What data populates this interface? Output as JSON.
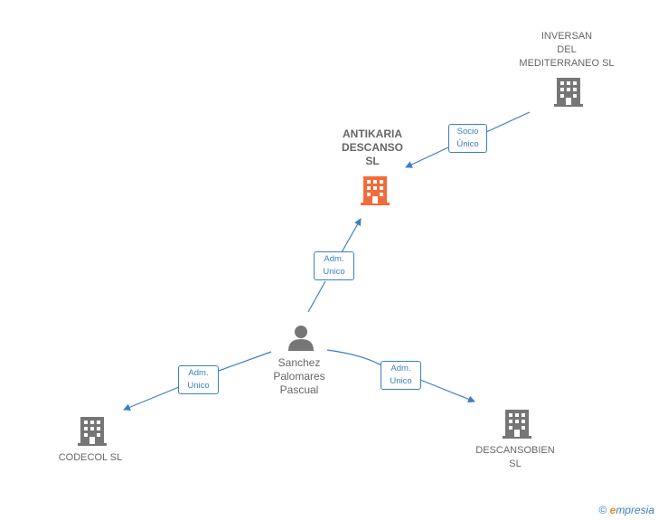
{
  "colors": {
    "edge": "#3b7fc4",
    "node_gray": "#767676",
    "node_main": "#f26b3a"
  },
  "nodes": {
    "inversan": {
      "label": "INVERSAN\nDEL\nMEDITERRANEO SL",
      "icon": "building-icon"
    },
    "antikaria": {
      "label": "ANTIKARIA\nDESCANSO\nSL",
      "icon": "building-icon"
    },
    "sanchez": {
      "label": "Sanchez\nPalomares\nPascual",
      "icon": "person-icon"
    },
    "codecol": {
      "label": "CODECOL  SL",
      "icon": "building-icon"
    },
    "descansobien": {
      "label": "DESCANSOBIEN\nSL",
      "icon": "building-icon"
    }
  },
  "edges": {
    "socio_unico": "Socio\nÚnico",
    "adm_antikaria": "Adm.\nUnico",
    "adm_codecol": "Adm.\nUnico",
    "adm_descansobien": "Adm.\nUnico"
  },
  "brand": {
    "copyright": "©",
    "e": "e",
    "rest": "mpresia"
  }
}
